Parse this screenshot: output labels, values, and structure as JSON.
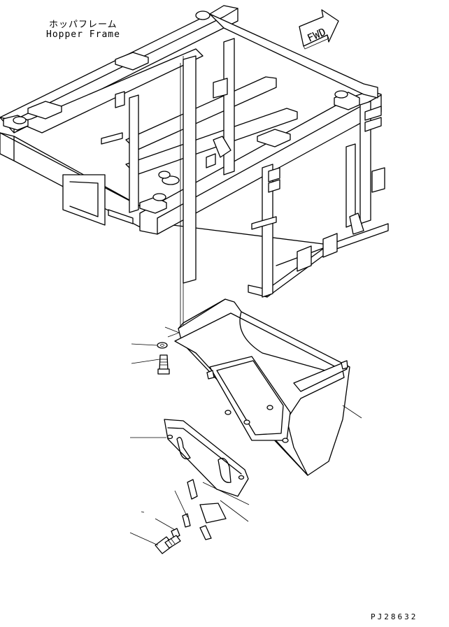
{
  "title": {
    "japanese": "ホッパフレーム",
    "english": "Hopper Frame"
  },
  "direction_arrow": {
    "label": "FWD"
  },
  "drawing_number": "PJ28632",
  "icons": [
    "fwd-arrow-icon"
  ]
}
